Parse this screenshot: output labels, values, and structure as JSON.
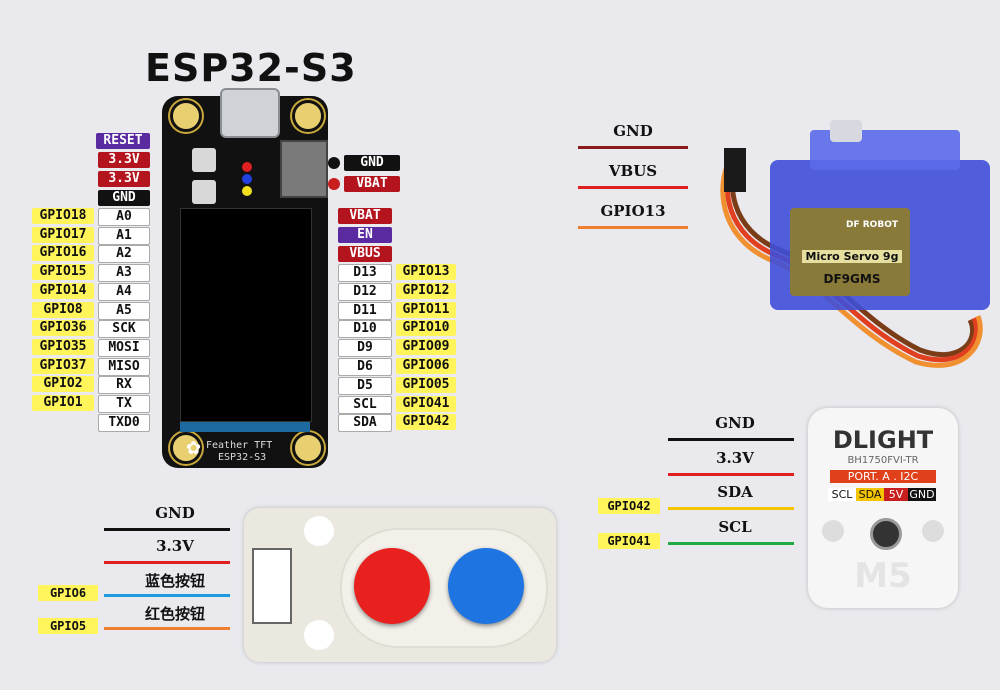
{
  "board": {
    "title": "ESP32-S3",
    "silk": [
      "Feather TFT",
      "ESP32-S3"
    ],
    "left_top_labels": [
      "RESET",
      "3.3V",
      "3.3V",
      "GND"
    ],
    "left_pins": [
      {
        "gpio": "GPIO18",
        "name": "A0"
      },
      {
        "gpio": "GPIO17",
        "name": "A1"
      },
      {
        "gpio": "GPIO16",
        "name": "A2"
      },
      {
        "gpio": "GPIO15",
        "name": "A3"
      },
      {
        "gpio": "GPIO14",
        "name": "A4"
      },
      {
        "gpio": "GPIO8",
        "name": "A5"
      },
      {
        "gpio": "GPIO36",
        "name": "SCK"
      },
      {
        "gpio": "GPIO35",
        "name": "MOSI"
      },
      {
        "gpio": "GPIO37",
        "name": "MISO"
      },
      {
        "gpio": "GPIO2",
        "name": "RX"
      },
      {
        "gpio": "GPIO1",
        "name": "TX"
      },
      {
        "gpio": "",
        "name": "TXD0"
      }
    ],
    "right_top_labels": [
      "GND",
      "VBAT"
    ],
    "right_power": [
      "VBAT",
      "EN",
      "VBUS"
    ],
    "right_pins": [
      {
        "name": "D13",
        "gpio": "GPIO13"
      },
      {
        "name": "D12",
        "gpio": "GPIO12"
      },
      {
        "name": "D11",
        "gpio": "GPIO11"
      },
      {
        "name": "D10",
        "gpio": "GPIO10"
      },
      {
        "name": "D9",
        "gpio": "GPIO09"
      },
      {
        "name": "D6",
        "gpio": "GPIO06"
      },
      {
        "name": "D5",
        "gpio": "GPIO05"
      },
      {
        "name": "SCL",
        "gpio": "GPIO41"
      },
      {
        "name": "SDA",
        "gpio": "GPIO42"
      }
    ]
  },
  "servo": {
    "wires": [
      {
        "label": "GND",
        "color": "#8b1a1a"
      },
      {
        "label": "VBUS",
        "color": "#e02020"
      },
      {
        "label": "GPIO13",
        "color": "#f08030"
      }
    ],
    "brand": "DF ROBOT",
    "model_line": "Micro Servo 9g",
    "part": "DF9GMS"
  },
  "dlight": {
    "wires": [
      {
        "label": "GND",
        "color": "#111111",
        "gpio": ""
      },
      {
        "label": "3.3V",
        "color": "#e02020",
        "gpio": ""
      },
      {
        "label": "SDA",
        "color": "#f5c400",
        "gpio": "GPIO42"
      },
      {
        "label": "SCL",
        "color": "#22aa44",
        "gpio": "GPIO41"
      }
    ],
    "name": "DLIGHT",
    "chip": "BH1750FVI-TR",
    "port": "PORT. A . I2C",
    "pins": [
      "SCL",
      "SDA",
      "5V",
      "GND"
    ],
    "logo": "M5"
  },
  "buttons": {
    "wires": [
      {
        "label": "GND",
        "color": "#111111",
        "gpio": ""
      },
      {
        "label": "3.3V",
        "color": "#e02020",
        "gpio": ""
      },
      {
        "label": "蓝色按钮",
        "color": "#1e9be0",
        "gpio": "GPIO6"
      },
      {
        "label": "红色按钮",
        "color": "#f08030",
        "gpio": "GPIO5"
      }
    ]
  }
}
